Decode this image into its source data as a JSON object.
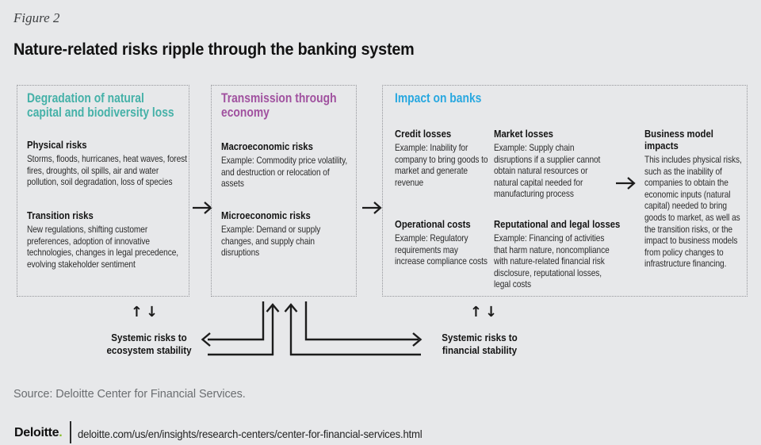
{
  "figure_label": "Figure 2",
  "title": "Nature-related risks ripple through the banking system",
  "colors": {
    "background": "#e7e8ea",
    "teal_heading": "#45b1a8",
    "purple_heading": "#a0519f",
    "blue_heading": "#29a8e0",
    "arrow": "#1c1c1c",
    "deloitte_green": "#86bc25",
    "dotted_border": "#94959a",
    "source_gray": "#6b6e71"
  },
  "boxes": [
    {
      "id": "degradation",
      "heading_lines": [
        "Degradation of natural",
        "capital and biodiversity loss"
      ],
      "sections": [
        {
          "title": "Physical risks",
          "body": "Storms, floods, hurricanes, heat waves, forest fires, droughts, oil spills, air and water pollution, soil degradation, loss of species"
        },
        {
          "title": "Transition risks",
          "body": "New regulations, shifting customer preferences, adoption of innovative technologies, changes in legal precedence, evolving stakeholder sentiment"
        }
      ]
    },
    {
      "id": "transmission",
      "heading_lines": [
        "Transmission through",
        "economy"
      ],
      "sections": [
        {
          "title": "Macroeconomic risks",
          "body": "Example: Commodity price volatility, and destruction or relocation of assets"
        },
        {
          "title": "Microeconomic risks",
          "body": "Example: Demand or supply changes, and supply chain disruptions"
        }
      ]
    },
    {
      "id": "impact",
      "heading_lines": [
        "Impact on banks"
      ],
      "columns": [
        {
          "sections": [
            {
              "title": "Credit losses",
              "body": "Example: Inability for company to bring goods to market and generate revenue"
            },
            {
              "title": "Operational costs",
              "body": "Example: Regulatory requirements may increase compliance costs"
            }
          ]
        },
        {
          "sections": [
            {
              "title": "Market losses",
              "body": "Example: Supply chain disruptions if a supplier cannot obtain natural resources or natural capital needed for manufacturing process"
            },
            {
              "title": "Reputational and legal losses",
              "body": "Example: Financing of activities that harm nature, noncompliance with nature-related financial risk disclosure, reputational losses, legal costs"
            }
          ]
        },
        {
          "sections": [
            {
              "title": "Business model impacts",
              "body": "This includes physical risks, such as the inability of companies to obtain the economic inputs (natural capital) needed to bring goods to market, as well as the transition risks, or the impact to business models from policy changes to infrastructure financing."
            }
          ]
        }
      ]
    }
  ],
  "feedback": {
    "up_arrow": "↑",
    "down_arrow": "↓",
    "left_label_lines": [
      "Systemic risks to",
      "ecosystem stability"
    ],
    "right_label_lines": [
      "Systemic risks to",
      "financial stability"
    ]
  },
  "source": "Source: Deloitte Center for Financial Services.",
  "footer": {
    "brand": "Deloitte",
    "brand_dot": ".",
    "url": "deloitte.com/us/en/insights/research-centers/center-for-financial-services.html"
  }
}
